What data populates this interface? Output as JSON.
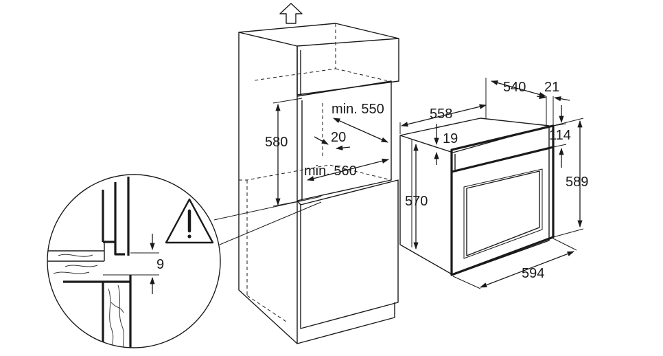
{
  "dimensions": {
    "cabinet_inner_width": "min. 550",
    "cabinet_inner_depth": "min. 560",
    "cabinet_opening_height": "580",
    "cabinet_rear_gap": "20",
    "oven_width_top": "558",
    "oven_depth": "540",
    "oven_front_thickness": "21",
    "oven_panel_offset": "19",
    "oven_body_height": "570",
    "oven_top_offset": "114",
    "oven_total_height": "589",
    "oven_front_width": "594",
    "detail_gap": "9"
  },
  "icons": {
    "warning": "warning-triangle-icon",
    "airflow": "up-arrow-icon"
  },
  "colors": {
    "line": "#1a1a1a",
    "background": "#ffffff"
  }
}
